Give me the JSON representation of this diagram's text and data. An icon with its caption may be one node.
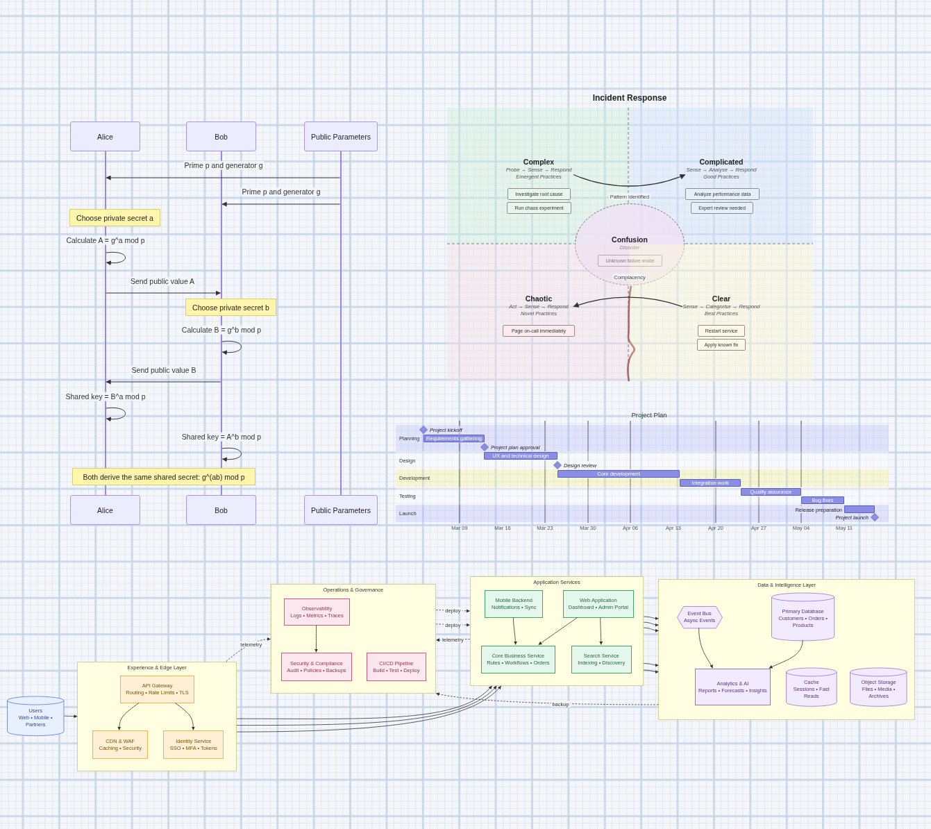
{
  "diagram": {
    "nodes": [
      {
        "text": [
          "Alice"
        ]
      },
      {
        "text": [
          "Bob"
        ]
      },
      {
        "text": [
          "Public Parameters"
        ]
      },
      {
        "text": [],
        "shape": "line"
      },
      {
        "text": [],
        "shape": "line"
      },
      {
        "text": [],
        "shape": "line"
      },
      {
        "text": [
          "Choose private secret a"
        ]
      },
      {
        "text": [
          "Choose private secret b"
        ]
      },
      {
        "text": [
          "Both derive the same shared secret: g^(ab) mod p"
        ]
      },
      {
        "text": [
          "Alice"
        ]
      },
      {
        "text": [
          "Bob"
        ]
      },
      {
        "text": [
          "Public Parameters"
        ]
      },
      {
        "text": [],
        "shape": "box"
      },
      {
        "text": [
          "Complex",
          "Probe → Sense → Respond",
          "Emergent Practices"
        ],
        "in": 12
      },
      {
        "text": [
          "Investigate root cause"
        ],
        "in": 12
      },
      {
        "text": [
          "Run chaos experiment"
        ],
        "in": 12
      },
      {
        "text": [],
        "shape": "box"
      },
      {
        "text": [
          "Complicated",
          "Sense → Analyse → Respond",
          "Good Practices"
        ],
        "in": 16
      },
      {
        "text": [
          "Analyze performance data"
        ],
        "in": 16
      },
      {
        "text": [
          "Expert review needed"
        ],
        "in": 16
      },
      {
        "text": [
          "Confusion",
          "Disorder"
        ]
      },
      {
        "text": [
          "Unknown failure mode"
        ],
        "in": 20
      },
      {
        "text": [],
        "shape": "box"
      },
      {
        "text": [
          "Chaotic",
          "Act → Sense → Respond",
          "Novel Practices"
        ],
        "in": 22
      },
      {
        "text": [
          "Page on-call immediately"
        ],
        "in": 22
      },
      {
        "text": [],
        "shape": "box"
      },
      {
        "text": [
          "Clear",
          "Sense → Categorise → Respond",
          "Best Practices"
        ],
        "in": 25
      },
      {
        "text": [
          "Restart service"
        ],
        "in": 25
      },
      {
        "text": [
          "Apply known fix"
        ],
        "in": 25
      },
      {
        "text": [
          "Planning"
        ]
      },
      {
        "text": [],
        "shape": "diamond",
        "beside": [
          "Project kickoff"
        ],
        "in": 29
      },
      {
        "text": [
          "Requirements gathering"
        ],
        "in": 29
      },
      {
        "text": [],
        "shape": "diamond",
        "beside": [
          "Project plan approval"
        ],
        "in": 29
      },
      {
        "text": [
          "Design"
        ]
      },
      {
        "text": [
          "UX and technical design"
        ],
        "in": 33
      },
      {
        "text": [],
        "shape": "diamond",
        "beside": [
          "Design review"
        ],
        "in": 33
      },
      {
        "text": [
          "Development"
        ]
      },
      {
        "text": [
          "Core development"
        ],
        "in": 36
      },
      {
        "text": [
          "Integration work"
        ],
        "in": 36
      },
      {
        "text": [
          "Testing"
        ]
      },
      {
        "text": [
          "Quality assurance"
        ],
        "in": 39
      },
      {
        "text": [
          "Bug fixes"
        ],
        "in": 39
      },
      {
        "text": [
          "Launch"
        ]
      },
      {
        "text": [],
        "shape": "bar",
        "beside": [
          "Release preparation"
        ],
        "in": 42
      },
      {
        "text": [],
        "shape": "diamond",
        "beside": [
          "Project launch"
        ],
        "in": 42
      },
      {
        "text": [
          "Users",
          "Web • Mobile • Partners"
        ]
      },
      {
        "text": [
          "Experience & Edge Layer"
        ]
      },
      {
        "text": [
          "API Gateway",
          "Routing • Rate Limits • TLS"
        ],
        "in": 46
      },
      {
        "text": [
          "CDN & WAF",
          "Caching • Security"
        ],
        "in": 46
      },
      {
        "text": [
          "Identity Service",
          "SSO • MFA • Tokens"
        ],
        "in": 46
      },
      {
        "text": [
          "Operations & Governance"
        ]
      },
      {
        "text": [
          "Observability",
          "Logs • Metrics • Traces"
        ],
        "in": 50
      },
      {
        "text": [
          "Security & Compliance",
          "Audit • Policies • Backups"
        ],
        "in": 50
      },
      {
        "text": [
          "CI/CD Pipeline",
          "Build • Test • Deploy"
        ],
        "in": 50
      },
      {
        "text": [
          "Application Services"
        ]
      },
      {
        "text": [
          "Mobile Backend",
          "Notifications • Sync"
        ],
        "in": 54
      },
      {
        "text": [
          "Web Application",
          "Dashboard • Admin Portal"
        ],
        "in": 54
      },
      {
        "text": [
          "Core Business Service",
          "Rules • Workflows • Orders"
        ],
        "in": 54
      },
      {
        "text": [
          "Search Service",
          "Indexing • Discovery"
        ],
        "in": 54
      },
      {
        "text": [
          "Data & Intelligence Layer"
        ]
      },
      {
        "text": [
          "Event Bus",
          "Async Events"
        ],
        "in": 59
      },
      {
        "text": [
          "Primary Database",
          "Customers • Orders • Products"
        ],
        "in": 59
      },
      {
        "text": [
          "Analytics & AI",
          "Reports • Forecasts • Insights"
        ],
        "in": 59
      },
      {
        "text": [
          "Cache",
          "Sessions • Fast Reads"
        ],
        "in": 59
      },
      {
        "text": [
          "Object Storage",
          "Files • Media • Archives"
        ],
        "in": 59
      }
    ],
    "edges": [
      {
        "from": 5,
        "to": 3,
        "arrow": "to",
        "label": "Prime p and generator g"
      },
      {
        "from": 5,
        "to": 4,
        "arrow": "to",
        "label": "Prime p and generator g"
      },
      {
        "from": 3,
        "to": 3,
        "arrow": "to",
        "label": "Calculate A = g^a mod p"
      },
      {
        "from": 3,
        "to": 4,
        "arrow": "to",
        "label": "Send public value A"
      },
      {
        "from": 4,
        "to": 4,
        "arrow": "to",
        "label": "Calculate B = g^b mod p"
      },
      {
        "from": 4,
        "to": 3,
        "arrow": "to",
        "label": "Send public value B"
      },
      {
        "from": 3,
        "to": 3,
        "arrow": "to",
        "label": "Shared key = B^a mod p"
      },
      {
        "from": 4,
        "to": 4,
        "arrow": "to",
        "label": "Shared key = A^b mod p"
      },
      {
        "from": 13,
        "to": 17,
        "arrow": "to",
        "label": "Pattern identified"
      },
      {
        "from": 26,
        "to": 23,
        "arrow": "to",
        "label": "Complacency"
      },
      {
        "from": 45,
        "to": 46,
        "arrow": "to"
      },
      {
        "from": 47,
        "to": 48,
        "arrow": "to"
      },
      {
        "from": 47,
        "to": 49,
        "arrow": "to"
      },
      {
        "from": 46,
        "to": 50,
        "arrow": "to",
        "label": "telemetry",
        "style": "dashed"
      },
      {
        "from": 51,
        "to": 52,
        "arrow": "to"
      },
      {
        "from": 50,
        "to": 54,
        "arrow": "to",
        "label": "deploy",
        "style": "dashed"
      },
      {
        "from": 50,
        "to": 54,
        "arrow": "to",
        "label": "deploy",
        "style": "dashed"
      },
      {
        "from": 54,
        "to": 50,
        "arrow": "to",
        "label": "telemetry",
        "style": "dashed"
      },
      {
        "from": 46,
        "to": 54,
        "arrow": "to"
      },
      {
        "from": 46,
        "to": 54,
        "arrow": "to"
      },
      {
        "from": 46,
        "to": 54,
        "arrow": "to"
      },
      {
        "from": 55,
        "to": 57,
        "arrow": "to"
      },
      {
        "from": 56,
        "to": 57,
        "arrow": "to"
      },
      {
        "from": 56,
        "to": 58,
        "arrow": "to"
      },
      {
        "from": 54,
        "to": 59,
        "arrow": "to"
      },
      {
        "from": 54,
        "to": 59,
        "arrow": "to"
      },
      {
        "from": 54,
        "to": 59,
        "arrow": "to"
      },
      {
        "from": 54,
        "to": 59,
        "arrow": "to"
      },
      {
        "from": 54,
        "to": 59,
        "arrow": "to"
      },
      {
        "from": 60,
        "to": 62,
        "arrow": "to"
      },
      {
        "from": 61,
        "to": 62,
        "arrow": "to"
      },
      {
        "from": 59,
        "to": 50,
        "arrow": "to",
        "label": "backup",
        "style": "dashed"
      }
    ],
    "labels": [
      "Incident Response",
      "Project Plan",
      "Mar 09",
      "Mar 16",
      "Mar 23",
      "Mar 30",
      "Apr 06",
      "Apr 13",
      "Apr 20",
      "Apr 27",
      "May 04",
      "May 11"
    ]
  }
}
